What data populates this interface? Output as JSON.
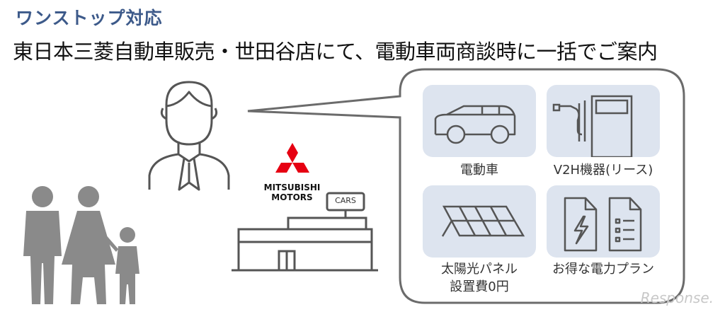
{
  "title": "ワンストップ対応",
  "subtitle": "東日本三菱自動車販売・世田谷店にて、電動車両商談時に一括でご案内",
  "brand": {
    "line1": "MITSUBISHI",
    "line2": "MOTORS"
  },
  "store_sign": "CARS",
  "services": [
    {
      "label": "電動車",
      "icon": "car-icon"
    },
    {
      "label": "V2H機器(リース)",
      "icon": "v2h-charger-icon"
    },
    {
      "label": "太陽光パネル",
      "label2": "設置費0円",
      "icon": "solar-panel-icon"
    },
    {
      "label": "お得な電力プラン",
      "icon": "electricity-plan-document-icon"
    }
  ],
  "watermark": "Response.",
  "colors": {
    "title": "#3d5a8a",
    "tile": "#dde4ef",
    "line": "#555555",
    "family": "#8a8a8a",
    "logo": "#e60012"
  }
}
